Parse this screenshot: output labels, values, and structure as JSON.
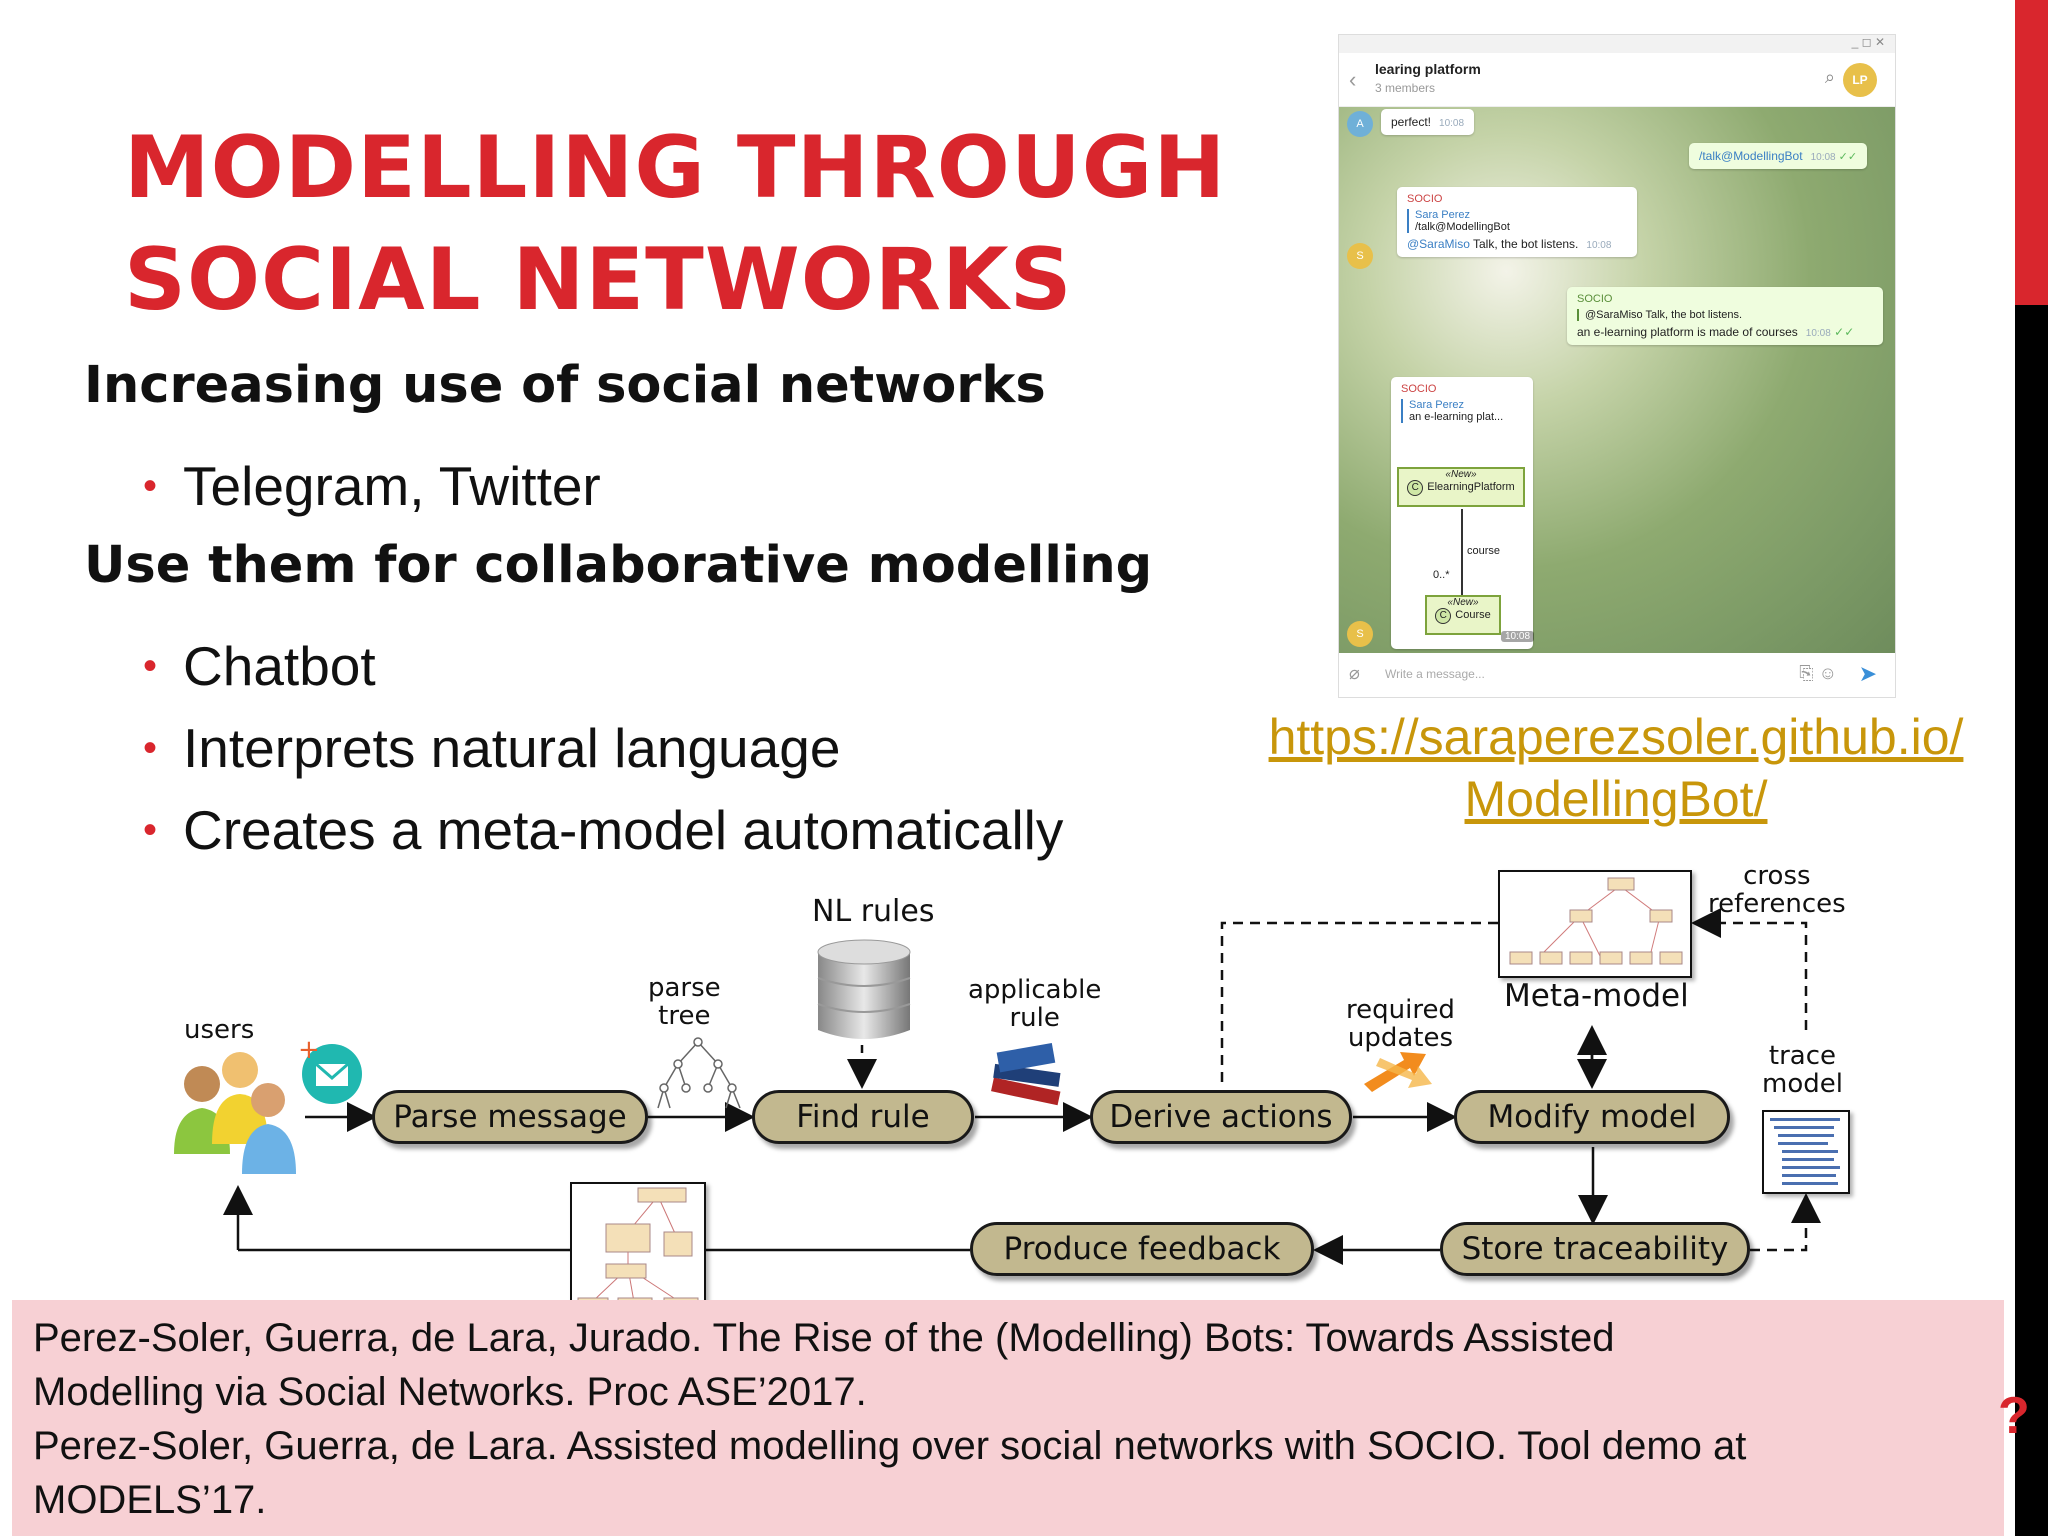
{
  "slide": {
    "title_line1": "MODELLING THROUGH",
    "title_line2": "SOCIAL NETWORKS",
    "heading1": "Increasing use of social networks",
    "bullets1": [
      "Telegram, Twitter"
    ],
    "heading2": "Use them for collaborative modelling",
    "bullets2": [
      "Chatbot",
      "Interprets natural language",
      "Creates a meta-model automatically"
    ],
    "link_line1": "https://saraperezsoler.github.io/",
    "link_line2": "ModellingBot/",
    "colors": {
      "title": "#d9262d",
      "link": "#c8960a",
      "ref_bg": "#f7d0d4"
    }
  },
  "telegram": {
    "group_name": "learing platform",
    "members": "3 members",
    "avatar_initials": "LP",
    "msg1_text": "perfect!",
    "msg1_time": "10:08",
    "msg1_avatar": "A",
    "msg2_text": "/talk@ModellingBot",
    "msg2_time": "10:08",
    "msg3_sender": "SOCIO",
    "msg3_quote_name": "Sara Perez",
    "msg3_quote_text": "/talk@ModellingBot",
    "msg3_mention": "@SaraMiso",
    "msg3_text": " Talk, the bot listens.",
    "msg3_time": "10:08",
    "msg3_avatar": "S",
    "msg4_sender": "SOCIO",
    "msg4_quote": "@SaraMiso Talk, the bot listens.",
    "msg4_text": "an e-learning platform is made of courses",
    "msg4_time": "10:08",
    "msg5_sender": "SOCIO",
    "msg5_quote_name": "Sara Perez",
    "msg5_quote_text": "an e-learning plat...",
    "uml_stereotype1": "«New»",
    "uml_class1": "ElearningPlatform",
    "uml_role": "course",
    "uml_mult": "0..*",
    "uml_stereotype2": "«New»",
    "uml_class2": "Course",
    "msg5_time": "10:08",
    "msg5_avatar": "S",
    "input_placeholder": "Write a message..."
  },
  "diagram": {
    "users": "users",
    "parse_tree": "parse\ntree",
    "nl_rules": "NL rules",
    "applicable_rule": "applicable\nrule",
    "required_updates": "required\nupdates",
    "meta_model": "Meta-model",
    "cross_references": "cross\nreferences",
    "trace_model": "trace\nmodel",
    "parse_message": "Parse message",
    "find_rule": "Find rule",
    "derive_actions": "Derive actions",
    "modify_model": "Modify model",
    "store_traceability": "Store traceability",
    "produce_feedback": "Produce feedback"
  },
  "references": [
    "Perez-Soler, Guerra, de Lara, Jurado. The Rise of the (Modelling) Bots: Towards Assisted",
    "Modelling via Social Networks. Proc ASE’2017.",
    "Perez-Soler, Guerra, de Lara. Assisted modelling over social networks with SOCIO. Tool demo at",
    "MODELS’17."
  ]
}
